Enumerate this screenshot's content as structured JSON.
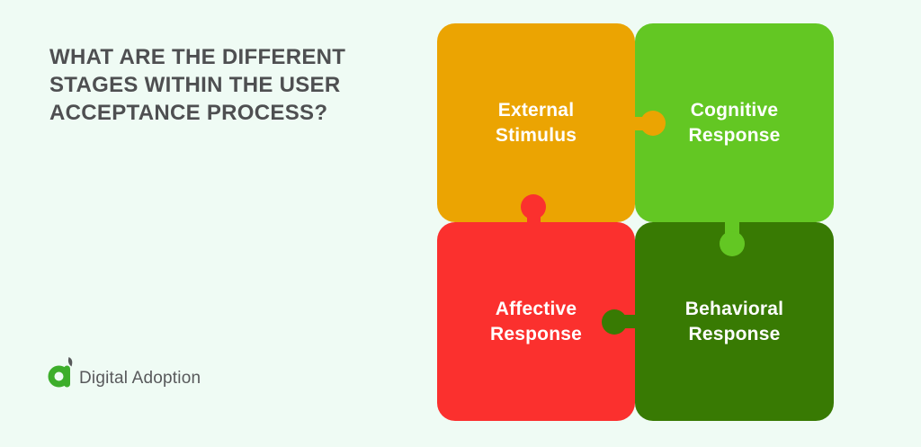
{
  "background_color": "#EFFBF4",
  "header": {
    "title_lines": [
      "WHAT ARE THE DIFFERENT",
      "STAGES WITHIN THE USER",
      "ACCEPTANCE PROCESS?"
    ],
    "title_color": "#4E4F51"
  },
  "diagram": {
    "type": "puzzle-quadrant",
    "text_color": "#FFFFFF",
    "pieces": [
      {
        "id": "external-stimulus",
        "label": "External\nStimulus",
        "color": "#EBA402",
        "position": "top-left"
      },
      {
        "id": "cognitive-response",
        "label": "Cognitive\nResponse",
        "color": "#63C723",
        "position": "top-right"
      },
      {
        "id": "affective-response",
        "label": "Affective\nResponse",
        "color": "#FB302E",
        "position": "bottom-left"
      },
      {
        "id": "behavioral-response",
        "label": "Behavioral\nResponse",
        "color": "#387A03",
        "position": "bottom-right"
      }
    ]
  },
  "footer": {
    "logo_text": "Digital Adoption",
    "logo_green": "#3DAE2B",
    "logo_leaf_color": "#58595B",
    "logo_text_color": "#58595B"
  }
}
